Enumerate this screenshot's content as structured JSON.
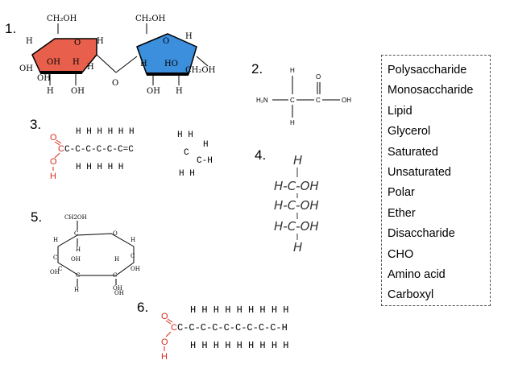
{
  "figures": {
    "fig1": {
      "number": "1.",
      "labels": [
        "CH₂OH",
        "CH₂OH",
        "H",
        "O",
        "H",
        "OH",
        "H",
        "OH",
        "H",
        "OH",
        "H",
        "OH",
        "O",
        "H",
        "HO",
        "O",
        "H",
        "CH₂OH",
        "OH",
        "H"
      ],
      "left_ring_color": "#e8604c",
      "right_ring_color": "#3b8fdd"
    },
    "fig2": {
      "number": "2.",
      "labels": [
        "H",
        "O",
        "H₂N",
        "C",
        "C",
        "OH",
        "H"
      ]
    },
    "fig3": {
      "number": "3.",
      "labels": [
        "O",
        "C",
        "O",
        "H",
        "H H H H H H",
        "C-C-C-C-C-C=C",
        "H H H H H",
        "H H",
        "C",
        "C-H",
        "H H",
        "H"
      ],
      "accent_color": "#d42a1e"
    },
    "fig4": {
      "number": "4.",
      "labels": [
        "H",
        "H-C-OH",
        "H-C-OH",
        "H-C-OH",
        "H"
      ]
    },
    "fig5": {
      "number": "5.",
      "labels": [
        "CH2OH",
        "C",
        "O",
        "H",
        "H",
        "H",
        "C",
        "C",
        "OH",
        "H",
        "C",
        "OH",
        "OH",
        "C",
        "C",
        "OH",
        "H",
        "OH"
      ]
    },
    "fig6": {
      "number": "6.",
      "labels": [
        "O",
        "C",
        "O",
        "H",
        "H H H H H H H H H",
        "C-C-C-C-C-C-C-C-C-H",
        "H H H H H H H H H"
      ],
      "accent_color": "#d42a1e"
    }
  },
  "word_bank": [
    "Polysaccharide",
    "Monosaccharide",
    "Lipid",
    "Glycerol",
    "Saturated",
    "Unsaturated",
    "Polar",
    "Ether",
    "Disaccharide",
    "CHO",
    "Amino acid",
    "Carboxyl"
  ]
}
